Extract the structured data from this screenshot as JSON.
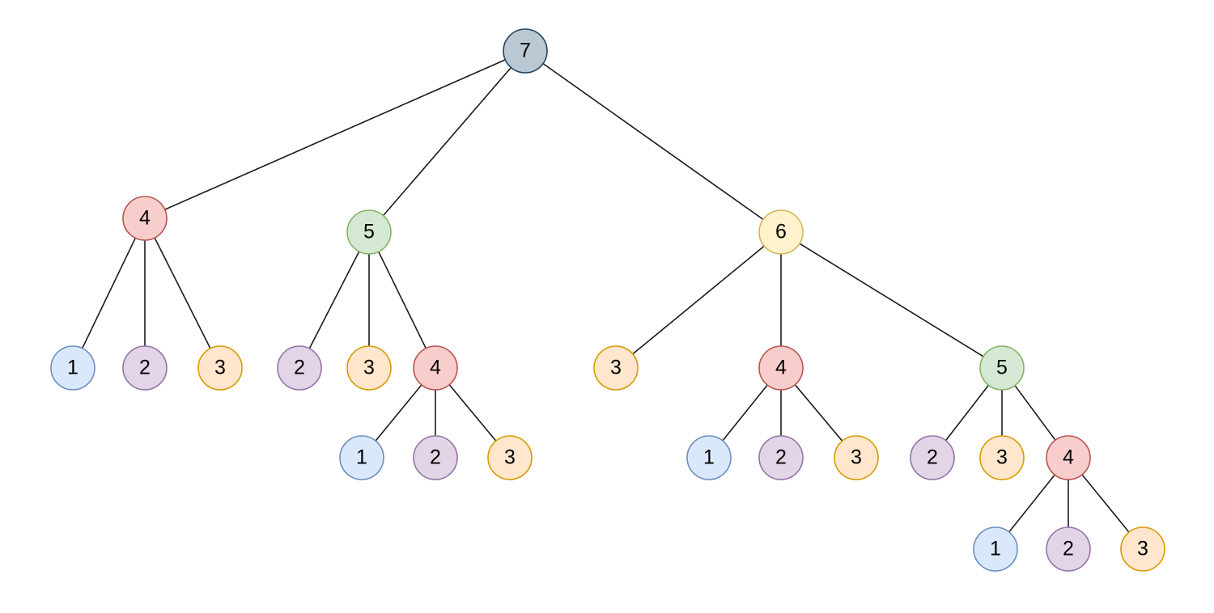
{
  "palette": {
    "1": {
      "fill": "#dae8fc",
      "stroke": "#6c8ebf"
    },
    "2": {
      "fill": "#e1d5e7",
      "stroke": "#9673a6"
    },
    "3": {
      "fill": "#ffe6cc",
      "stroke": "#d79b00"
    },
    "4": {
      "fill": "#f8cecc",
      "stroke": "#b85450"
    },
    "5": {
      "fill": "#d5e8d4",
      "stroke": "#82b366"
    },
    "6": {
      "fill": "#fff2cc",
      "stroke": "#d6b656"
    },
    "7": {
      "fill": "#bac8d3",
      "stroke": "#23445d"
    }
  },
  "edge_color": "#1a1a1a",
  "tree": {
    "label": "7",
    "children": [
      {
        "label": "4",
        "children": [
          {
            "label": "1"
          },
          {
            "label": "2"
          },
          {
            "label": "3"
          }
        ]
      },
      {
        "label": "5",
        "children": [
          {
            "label": "2"
          },
          {
            "label": "3"
          },
          {
            "label": "4",
            "children": [
              {
                "label": "1"
              },
              {
                "label": "2"
              },
              {
                "label": "3"
              }
            ]
          }
        ]
      },
      {
        "label": "6",
        "children": [
          {
            "label": "3"
          },
          {
            "label": "4",
            "children": [
              {
                "label": "1"
              },
              {
                "label": "2"
              },
              {
                "label": "3"
              }
            ]
          },
          {
            "label": "5",
            "children": [
              {
                "label": "2"
              },
              {
                "label": "3"
              },
              {
                "label": "4",
                "children": [
                  {
                    "label": "1"
                  },
                  {
                    "label": "2"
                  },
                  {
                    "label": "3"
                  }
                ]
              }
            ]
          }
        ]
      }
    ]
  }
}
